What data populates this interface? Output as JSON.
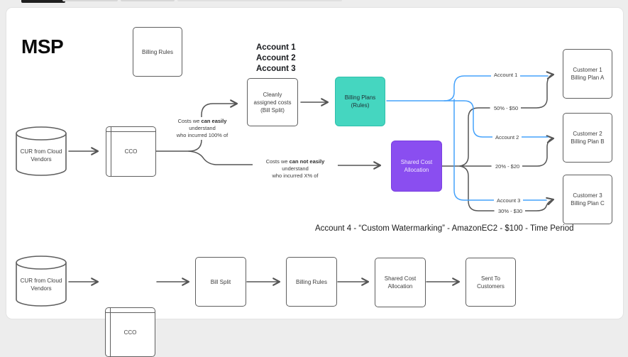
{
  "title": "MSP",
  "colors": {
    "teal_fill": "#45d6c0",
    "purple_fill": "#8a4ef0",
    "blue_connector": "#45a2fb",
    "gray_connector": "#555555",
    "box_border": "#5f5f5f"
  },
  "top_flow": {
    "source_db": "CUR from Cloud Vendors",
    "cco": "CCO",
    "billing_rules": "Billing Rules",
    "accounts_list": [
      "Account 1",
      "Account 2",
      "Account 3"
    ],
    "cleanly_box": "Cleanly assigned costs (Bill Split)",
    "billing_plans_box": "Billing Plans (Rules)",
    "shared_cost_box": "Shared Cost Allocation",
    "easy_label": {
      "pre": "Costs we ",
      "bold": "can easily",
      "post": " understand",
      "line2": "who incurred 100% of"
    },
    "hard_label": {
      "pre": "Costs we ",
      "bold": "can not easily",
      "post": " understand",
      "line2": "who incurred X% of"
    },
    "branch_labels": {
      "account1": "Account 1",
      "pct1": "50% - $50",
      "account2": "Account 2",
      "pct2": "20% - $20",
      "account3": "Account 3",
      "pct3": "30% - $30"
    },
    "customers": [
      {
        "line1": "Customer 1",
        "line2": "Billing Plan A"
      },
      {
        "line1": "Customer 2",
        "line2": "Billing Plan B"
      },
      {
        "line1": "Customer 3",
        "line2": "Billing Plan C"
      }
    ]
  },
  "note": "Account 4 - “Custom Watermarking” - AmazonEC2 - $100 - Time Period",
  "bottom_flow": [
    "CUR from Cloud Vendors",
    "CCO",
    "Bill Split",
    "Billing Rules",
    "Shared Cost Allocation",
    "Sent To Customers"
  ]
}
